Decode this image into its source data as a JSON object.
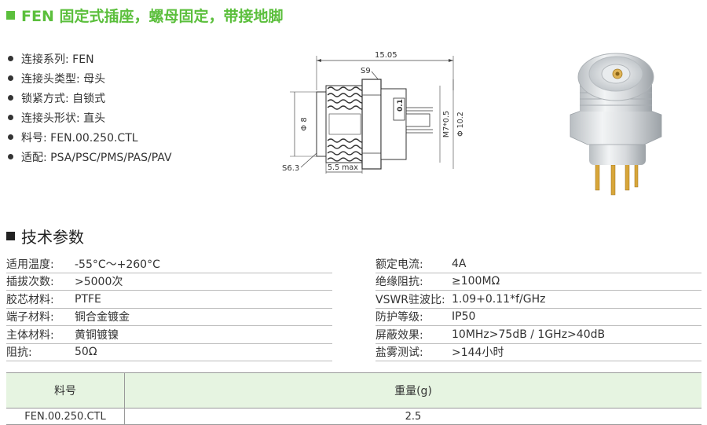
{
  "header": {
    "title": "FEN 固定式插座，螺母固定，带接地脚"
  },
  "features": [
    "连接系列: FEN",
    "连接头类型: 母头",
    "锁紧方式: 自锁式",
    "连接头形状: 直头",
    "料号: FEN.00.250.CTL",
    "适配: PSA/PSC/PMS/PAS/PAV"
  ],
  "drawing": {
    "dim_length": "15.05",
    "dim_s9": "S9",
    "dim_phi8": "Φ 8",
    "dim_m7": "M7*0.5",
    "dim_phi10": "Φ 10.2",
    "dim_s63": "S6.3",
    "dim_max": "5.5 max"
  },
  "specs_section": {
    "title": "技术参数"
  },
  "specs_left": [
    {
      "label": "适用温度:",
      "value": "-55°C～+260°C"
    },
    {
      "label": "插拔次数:",
      "value": ">5000次"
    },
    {
      "label": "胶芯材料:",
      "value": "PTFE"
    },
    {
      "label": "端子材料:",
      "value": "铜合金镀金"
    },
    {
      "label": "主体材料:",
      "value": "黄铜镀镍"
    },
    {
      "label": "阻抗:",
      "value": "50Ω"
    }
  ],
  "specs_right": [
    {
      "label": "额定电流:",
      "value": "4A"
    },
    {
      "label": "绝缘阻抗:",
      "value": "≥100MΩ"
    },
    {
      "label": "VSWR驻波比:",
      "value": "1.09+0.11*f/GHz"
    },
    {
      "label": "防护等级:",
      "value": "IP50"
    },
    {
      "label": "屏蔽效果:",
      "value": "10MHz>75dB / 1GHz>40dB"
    },
    {
      "label": "盐雾测试:",
      "value": ">144小时"
    }
  ],
  "weight_table": {
    "headers": [
      "料号",
      "重量(g)"
    ],
    "rows": [
      {
        "part": "FEN.00.250.CTL",
        "weight": "2.5"
      }
    ]
  },
  "colors": {
    "accent": "#5bbf3c",
    "table_header_bg": "#e6f4e1"
  }
}
